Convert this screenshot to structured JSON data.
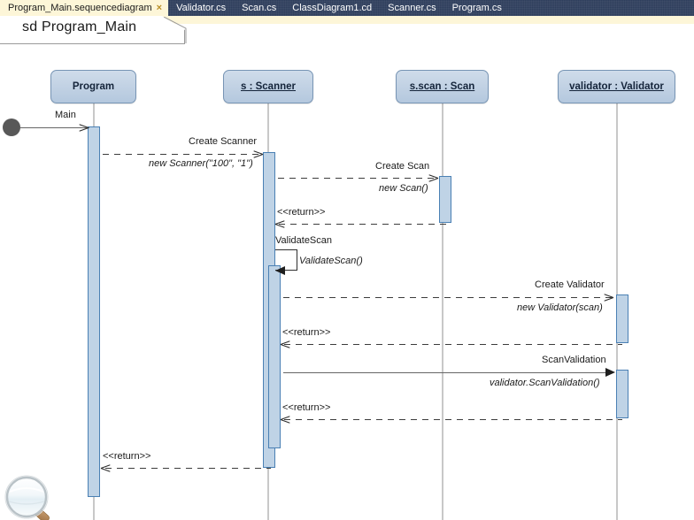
{
  "window": {
    "tabs": [
      {
        "label": "Program_Main.sequencediagram",
        "active": true,
        "close_icon": "×"
      },
      {
        "label": "Validator.cs",
        "active": false
      },
      {
        "label": "Scan.cs",
        "active": false
      },
      {
        "label": "ClassDiagram1.cd",
        "active": false
      },
      {
        "label": "Scanner.cs",
        "active": false
      },
      {
        "label": "Program.cs",
        "active": false
      }
    ]
  },
  "diagram": {
    "frame_label": "sd Program_Main",
    "lifelines": [
      {
        "name": "Program",
        "underlined": false
      },
      {
        "name": "s : Scanner",
        "underlined": true
      },
      {
        "name": "s.scan : Scan",
        "underlined": true
      },
      {
        "name": "validator : Validator",
        "underlined": true
      }
    ],
    "messages": [
      {
        "label": "Main",
        "operation": "",
        "kind": "found"
      },
      {
        "label": "Create Scanner",
        "operation": "new Scanner(\"100\", \"1\")",
        "kind": "create"
      },
      {
        "label": "Create Scan",
        "operation": "new Scan()",
        "kind": "create"
      },
      {
        "label": "<<return>>",
        "operation": "",
        "kind": "return"
      },
      {
        "label": "ValidateScan",
        "operation": "ValidateScan()",
        "kind": "self"
      },
      {
        "label": "Create Validator",
        "operation": "new Validator(scan)",
        "kind": "create"
      },
      {
        "label": "<<return>>",
        "operation": "",
        "kind": "return"
      },
      {
        "label": "ScanValidation",
        "operation": "validator.ScanValidation()",
        "kind": "sync"
      },
      {
        "label": "<<return>>",
        "operation": "",
        "kind": "return"
      },
      {
        "label": "<<return>>",
        "operation": "",
        "kind": "return"
      }
    ],
    "zoom_tool_icon": "magnifier-icon"
  },
  "colors": {
    "tabbar_bg": "#2e3e5c",
    "active_tab_bg": "#fdf6d8",
    "lifeline_head_fill": "#c2d2e4",
    "lifeline_head_border": "#7794b4",
    "activation_fill": "#bfd3e6",
    "activation_border": "#4a80b4",
    "lifeline_stroke": "#c8c8c8"
  }
}
